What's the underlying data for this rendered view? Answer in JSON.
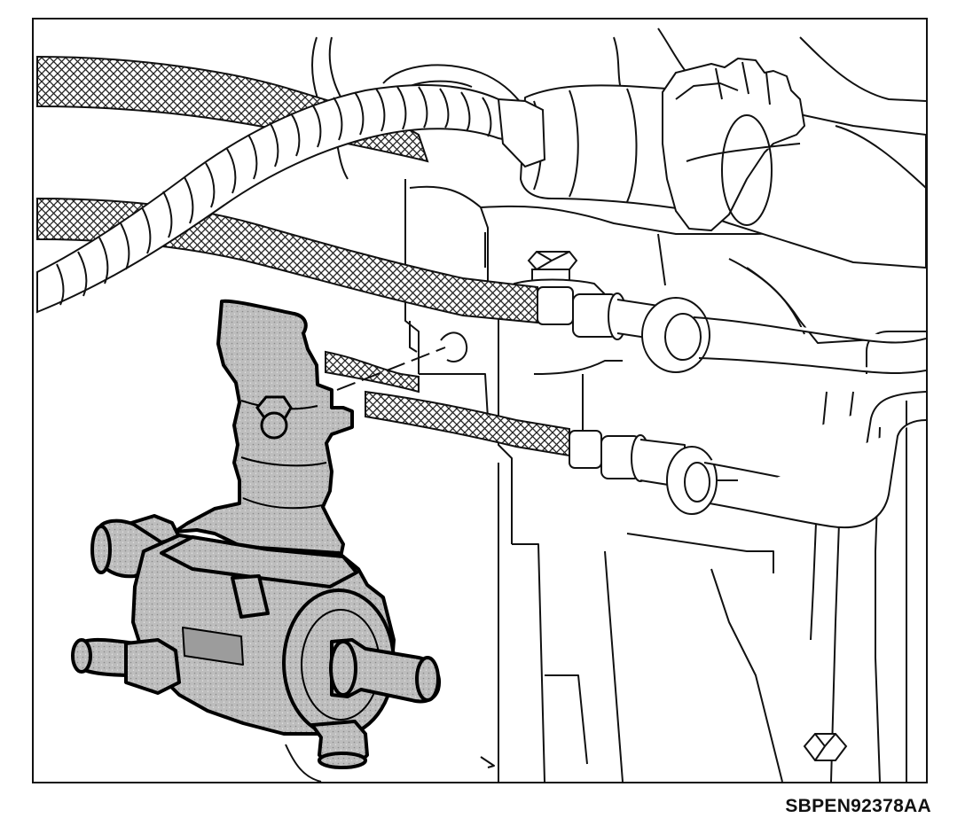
{
  "figure": {
    "code": "SBPEN92378AA"
  },
  "colors": {
    "ink": "#111111",
    "component_fill": "#b9b9b9",
    "paper": "#ffffff"
  },
  "parts": [
    {
      "icon": "engine-block-outline"
    },
    {
      "icon": "braided-fuel-line"
    },
    {
      "icon": "spiral-wrapped-harness"
    },
    {
      "icon": "hose-clamp"
    },
    {
      "icon": "mounting-bolt"
    },
    {
      "icon": "bracket-icon"
    },
    {
      "icon": "solenoid-valve-icon"
    }
  ]
}
